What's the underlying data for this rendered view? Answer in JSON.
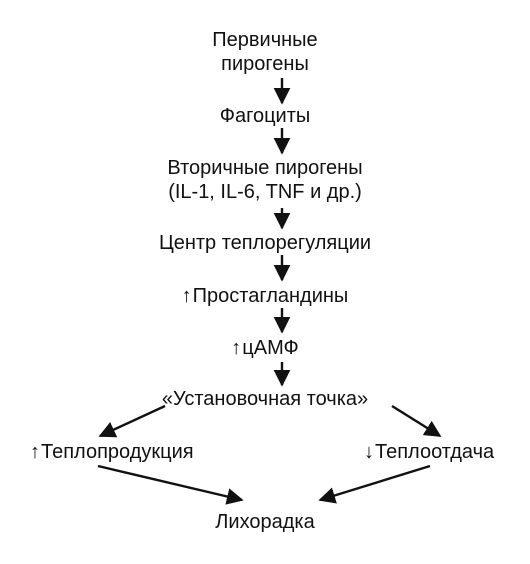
{
  "diagram": {
    "nodes": {
      "primary_pyrogens": {
        "line1": "Первичные",
        "line2": "пирогены"
      },
      "phagocytes": {
        "label": "Фагоциты"
      },
      "secondary_pyrogens": {
        "line1": "Вторичные пирогены",
        "line2": "(IL-1, IL-6, TNF и др.)"
      },
      "thermoregulation_center": {
        "label": "Центр теплорегуляции"
      },
      "prostaglandins": {
        "indicator": "↑",
        "label": "Простагландины"
      },
      "camp": {
        "indicator": "↑",
        "label": "цАМФ"
      },
      "set_point": {
        "label": "«Установочная точка»"
      },
      "heat_production": {
        "indicator": "↑",
        "label": "Теплопродукция"
      },
      "heat_loss": {
        "indicator": "↓",
        "label": "Теплоотдача"
      },
      "fever": {
        "label": "Лихорадка"
      }
    },
    "arrow_color": "#111111"
  }
}
